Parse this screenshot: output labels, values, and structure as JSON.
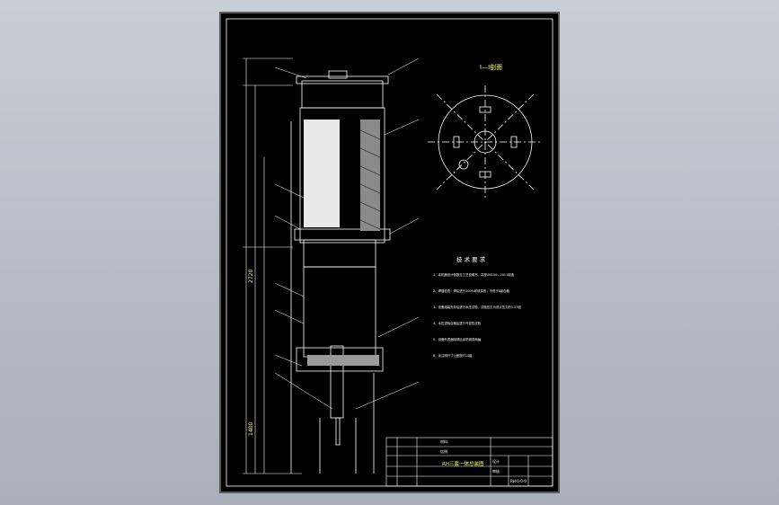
{
  "viewport_title": "",
  "drawing": {
    "section_title": "Ⅰ—Ⅰ剖面",
    "tech_title": "技 术 要 求",
    "tech_notes": [
      "1、本机器设计参数见工艺说明书，并按GB150—2011制造",
      "2、焊缝检查：焊后进行100%射线探伤，不低于Ⅱ级合格",
      "3、设备组装完毕后进行水压试验，试验压力为设计压力的1.25倍",
      "4、水压试验合格后进行气密性试验",
      "5、设备外表面除锈后涂防锈漆两遍",
      "6、未注明尺寸公差按IT14级"
    ],
    "title_block": {
      "drawing_name": "RH三套一体总装图",
      "row_material": "材料",
      "row_scale": "比例",
      "row_designer": "设计",
      "row_checker": "审核",
      "drawing_no": "RH-0-0-0"
    },
    "dims": {
      "total_height": "1400",
      "upper_height": "2720"
    }
  }
}
